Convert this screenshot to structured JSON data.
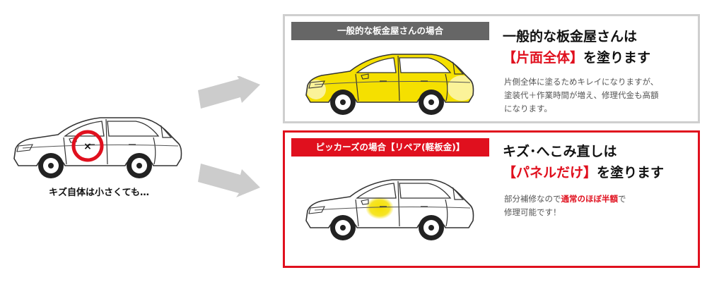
{
  "left": {
    "caption": "キズ自体は小さくても…",
    "damage_mark": "×"
  },
  "general": {
    "tab_label": "一般的な板金屋さんの場合",
    "headline_line1": "一般的な板金屋さんは",
    "headline_highlight": "【片面全体】",
    "headline_suffix": "を塗ります",
    "desc_lines": [
      "片側全体に塗るためキレイになりますが、",
      "塗装代＋作業時間が増え、修理代金も高額",
      "になります。"
    ]
  },
  "pickers": {
    "tab_label": "ピッカーズの場合【リペア(軽板金)】",
    "headline_line1": "キズ･へこみ直しは",
    "headline_highlight": "【パネルだけ】",
    "headline_suffix": "を塗ります",
    "desc_prefix": "部分補修なので",
    "desc_highlight": "通常のほぼ半額",
    "desc_suffix": "で",
    "desc_line2": "修理可能です！"
  },
  "colors": {
    "accent_red": "#e0101e",
    "tab_gray": "#666666",
    "paint_yellow": "#f5e000",
    "arrow_gray": "#cccccc"
  }
}
